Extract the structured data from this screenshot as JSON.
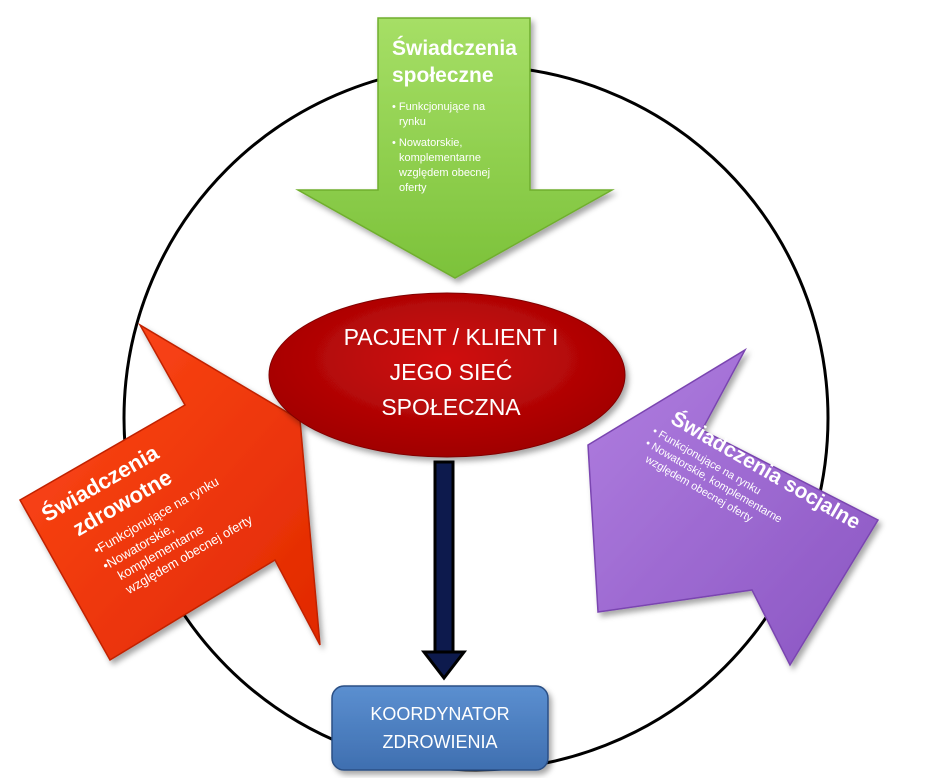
{
  "center": {
    "lines": [
      "PACJENT / KLIENT I",
      "JEGO SIEĆ",
      "SPOŁECZNA"
    ],
    "color": "#c00000"
  },
  "coordinator": {
    "lines": [
      "KOORDYNATOR",
      "ZDROWIENIA"
    ],
    "color": "#4f81bd"
  },
  "top_arrow": {
    "title_lines": [
      "Świadczenia",
      "społeczne"
    ],
    "bullets": [
      [
        "• Funkcjonujące  na",
        "rynku"
      ],
      [
        "• Nowatorskie,",
        "komplementarne",
        "względem obecnej",
        "oferty"
      ]
    ],
    "color": "#92d050"
  },
  "left_arrow": {
    "title_lines": [
      "Świadczenia",
      "zdrowotne"
    ],
    "bullets": [
      [
        "•Funkcjonujące na rynku"
      ],
      [
        "•Nowatorskie,",
        "komplementarne",
        "względem obecnej oferty"
      ]
    ],
    "color": "#ff3300"
  },
  "right_arrow": {
    "title_lines": [
      "Świadczenia socjalne"
    ],
    "bullets": [
      [
        "• Funkcjonujące  na  rynku"
      ],
      [
        "• Nowatorskie, komplementarne",
        "względem obecnej oferty"
      ]
    ],
    "color": "#9966cc"
  }
}
